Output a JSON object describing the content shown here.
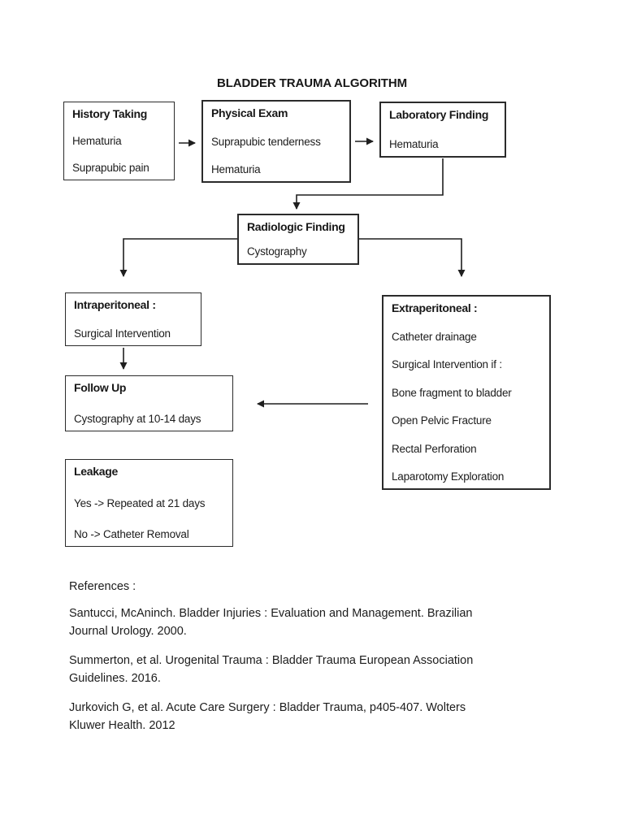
{
  "page": {
    "title": "BLADDER TRAUMA ALGORITHM"
  },
  "flowchart": {
    "boxes": {
      "history": {
        "title": "History Taking",
        "lines": [
          "Hematuria",
          "Suprapubic pain"
        ]
      },
      "physical": {
        "title": "Physical Exam",
        "lines": [
          "Suprapubic tenderness",
          "Hematuria"
        ]
      },
      "laboratory": {
        "title": "Laboratory Finding",
        "lines": [
          "Hematuria"
        ]
      },
      "radiologic": {
        "title": "Radiologic Finding",
        "lines": [
          "Cystography"
        ]
      },
      "intraperitoneal": {
        "title": "Intraperitoneal :",
        "lines": [
          "Surgical Intervention"
        ]
      },
      "followup": {
        "title": "Follow Up",
        "lines": [
          "Cystography at 10-14 days"
        ]
      },
      "leakage": {
        "title": "Leakage",
        "lines": [
          "Yes -> Repeated at 21 days",
          "No -> Catheter Removal"
        ]
      },
      "extraperitoneal": {
        "title": "Extraperitoneal :",
        "lines": [
          "Catheter drainage",
          "Surgical Intervention if :",
          "Bone fragment to bladder",
          "Open Pelvic Fracture",
          "Rectal Perforation",
          "Laparotomy Exploration"
        ]
      }
    },
    "connections": [
      {
        "from": "history",
        "to": "physical"
      },
      {
        "from": "physical",
        "to": "laboratory"
      },
      {
        "from": "laboratory",
        "to": "radiologic"
      },
      {
        "from": "radiologic",
        "to": "intraperitoneal"
      },
      {
        "from": "radiologic",
        "to": "extraperitoneal"
      },
      {
        "from": "intraperitoneal",
        "to": "followup"
      },
      {
        "from": "extraperitoneal",
        "to": "followup"
      }
    ],
    "line_color": "#1f1f1f"
  },
  "references": {
    "heading": "References :",
    "items": [
      {
        "lines": [
          "Santucci, McAninch. Bladder Injuries : Evaluation and Management. Brazilian",
          "Journal Urology. 2000."
        ]
      },
      {
        "lines": [
          "Summerton, et al. Urogenital Trauma : Bladder Trauma European Association",
          "Guidelines. 2016."
        ]
      },
      {
        "lines": [
          "Jurkovich G, et al. Acute Care Surgery : Bladder Trauma, p405-407. Wolters",
          "Kluwer Health. 2012"
        ]
      }
    ]
  }
}
